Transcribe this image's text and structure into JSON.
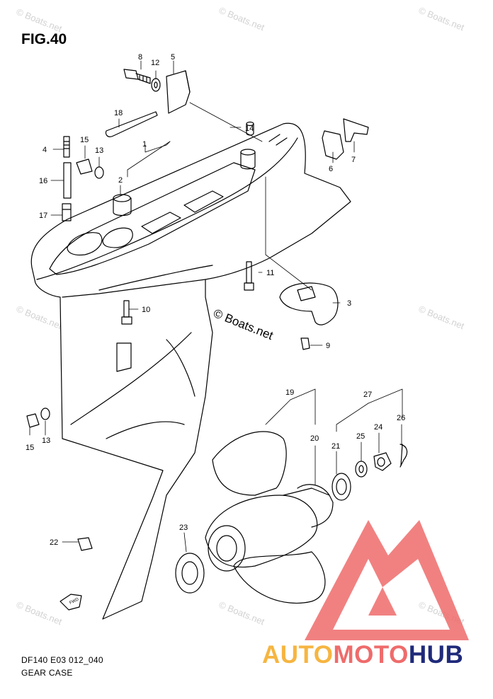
{
  "figure": {
    "title": "FIG.40",
    "code": "DF140 E03 012_040",
    "name": "GEAR CASE",
    "copyright": "© Boats.net"
  },
  "watermark": "© Boats.net",
  "brand": {
    "part1": "AUTO",
    "part2": "MOTO",
    "part3": "HUB",
    "color1": "#f6b541",
    "color2": "#ef6b6b",
    "color3": "#1f2a7a"
  },
  "callouts": [
    "1",
    "2",
    "3",
    "4",
    "5",
    "6",
    "7",
    "8",
    "9",
    "10",
    "11",
    "12",
    "13",
    "13",
    "14",
    "15",
    "15",
    "16",
    "17",
    "18",
    "19",
    "20",
    "21",
    "22",
    "23",
    "24",
    "25",
    "26",
    "27"
  ]
}
